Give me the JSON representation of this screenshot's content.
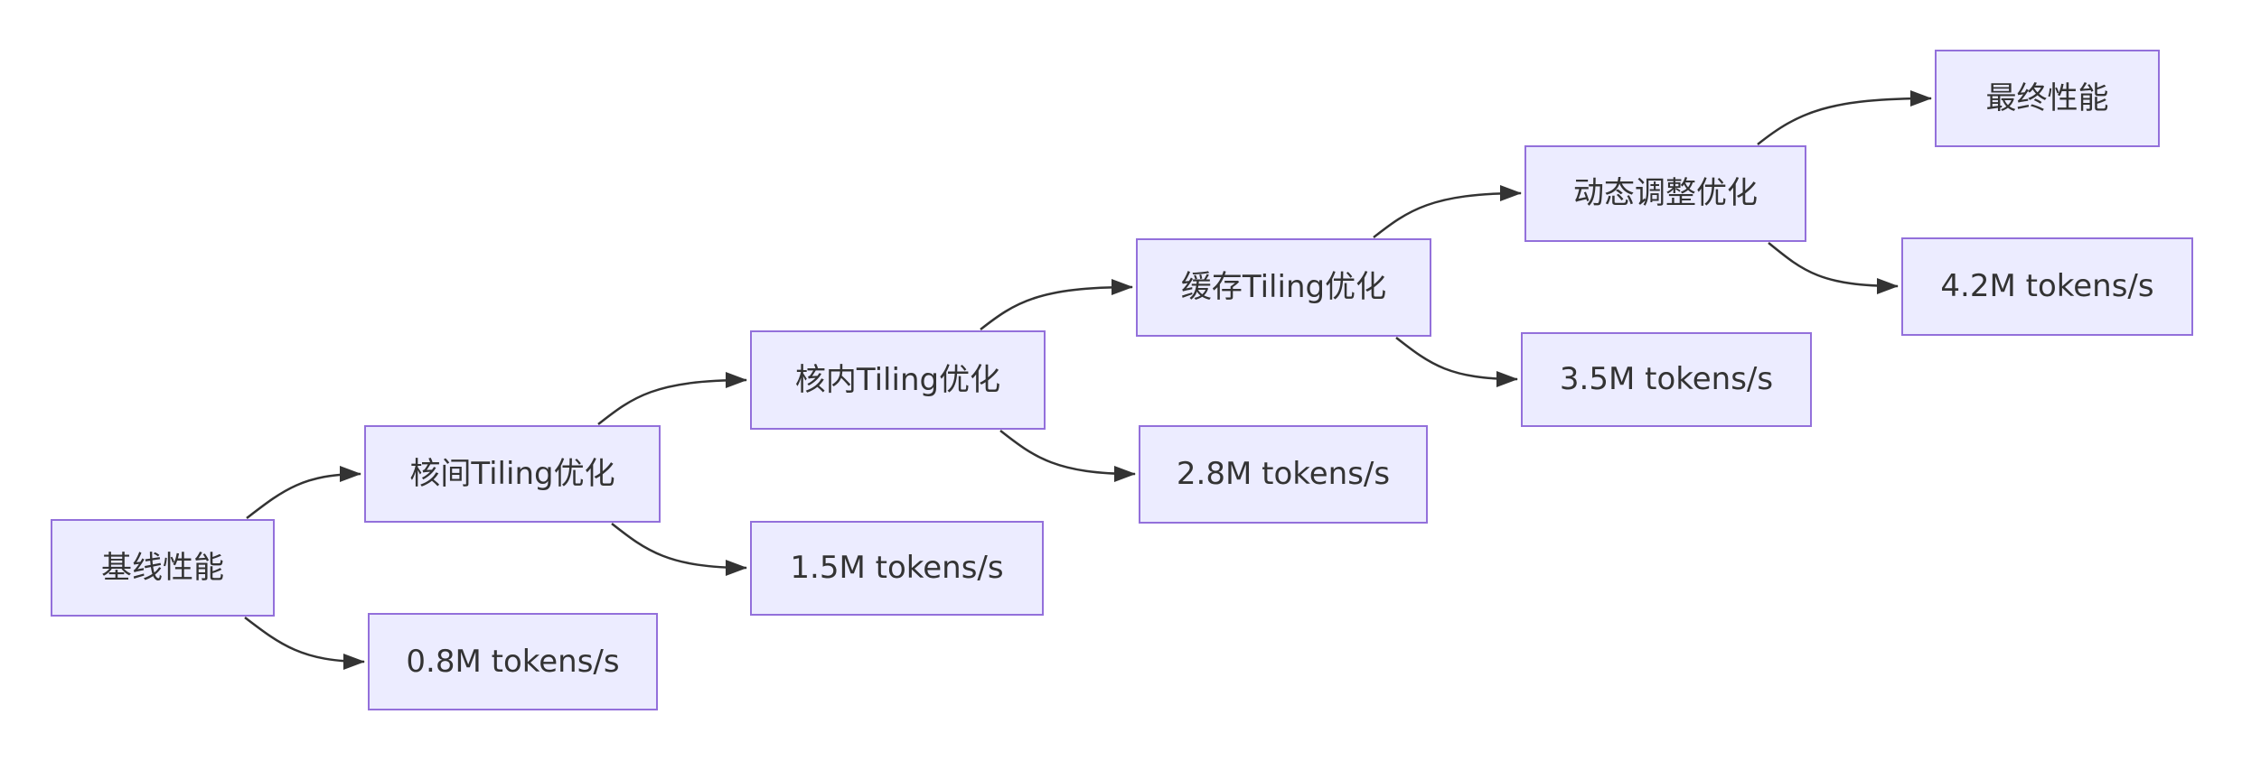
{
  "diagram": {
    "type": "flowchart-LR",
    "colors": {
      "node_fill": "#ECECFF",
      "node_border": "#9370DB",
      "edge": "#333333",
      "text": "#333333",
      "background": "#ffffff"
    },
    "nodes": [
      {
        "id": "baseline",
        "label": "基线性能"
      },
      {
        "id": "inter-core",
        "label": "核间Tiling优化"
      },
      {
        "id": "baseline-result",
        "label": "0.8M tokens/s"
      },
      {
        "id": "intra-core",
        "label": "核内Tiling优化"
      },
      {
        "id": "inter-core-result",
        "label": "1.5M tokens/s"
      },
      {
        "id": "cache",
        "label": "缓存Tiling优化"
      },
      {
        "id": "intra-core-result",
        "label": "2.8M tokens/s"
      },
      {
        "id": "dynamic",
        "label": "动态调整优化"
      },
      {
        "id": "cache-result",
        "label": "3.5M tokens/s"
      },
      {
        "id": "final",
        "label": "最终性能"
      },
      {
        "id": "dynamic-result",
        "label": "4.2M tokens/s"
      }
    ],
    "edges": [
      {
        "from": "baseline",
        "to": "inter-core"
      },
      {
        "from": "baseline",
        "to": "baseline-result"
      },
      {
        "from": "inter-core",
        "to": "intra-core"
      },
      {
        "from": "inter-core",
        "to": "inter-core-result"
      },
      {
        "from": "intra-core",
        "to": "cache"
      },
      {
        "from": "intra-core",
        "to": "intra-core-result"
      },
      {
        "from": "cache",
        "to": "dynamic"
      },
      {
        "from": "cache",
        "to": "cache-result"
      },
      {
        "from": "dynamic",
        "to": "final"
      },
      {
        "from": "dynamic",
        "to": "dynamic-result"
      }
    ]
  }
}
